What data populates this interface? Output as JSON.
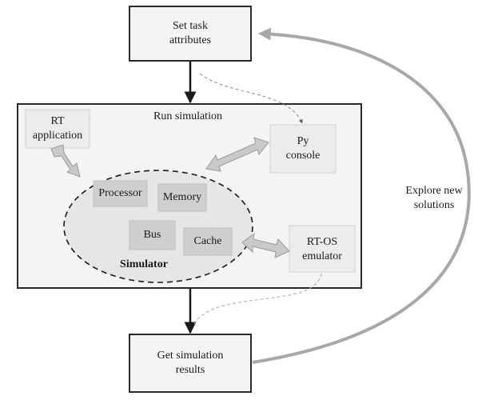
{
  "nodes": {
    "set_task": "Set task\nattributes",
    "run_sim": "Run simulation",
    "rt_app": "RT\napplication",
    "py_console": "Py\nconsole",
    "processor": "Processor",
    "memory": "Memory",
    "bus": "Bus",
    "cache": "Cache",
    "simulator": "Simulator",
    "rtos": "RT-OS\nemulator",
    "get_results": "Get simulation\nresults"
  },
  "edges": {
    "explore": "Explore new\nsolutions"
  },
  "colors": {
    "box_border": "#2a2a2a",
    "main_box_fill": "#f4f4f4",
    "inner_box_fill": "#cfcfcf",
    "light_box_fill": "#ececec",
    "double_arrow": "#c9c9c9",
    "loop_arrow": "#a8a8a8"
  }
}
